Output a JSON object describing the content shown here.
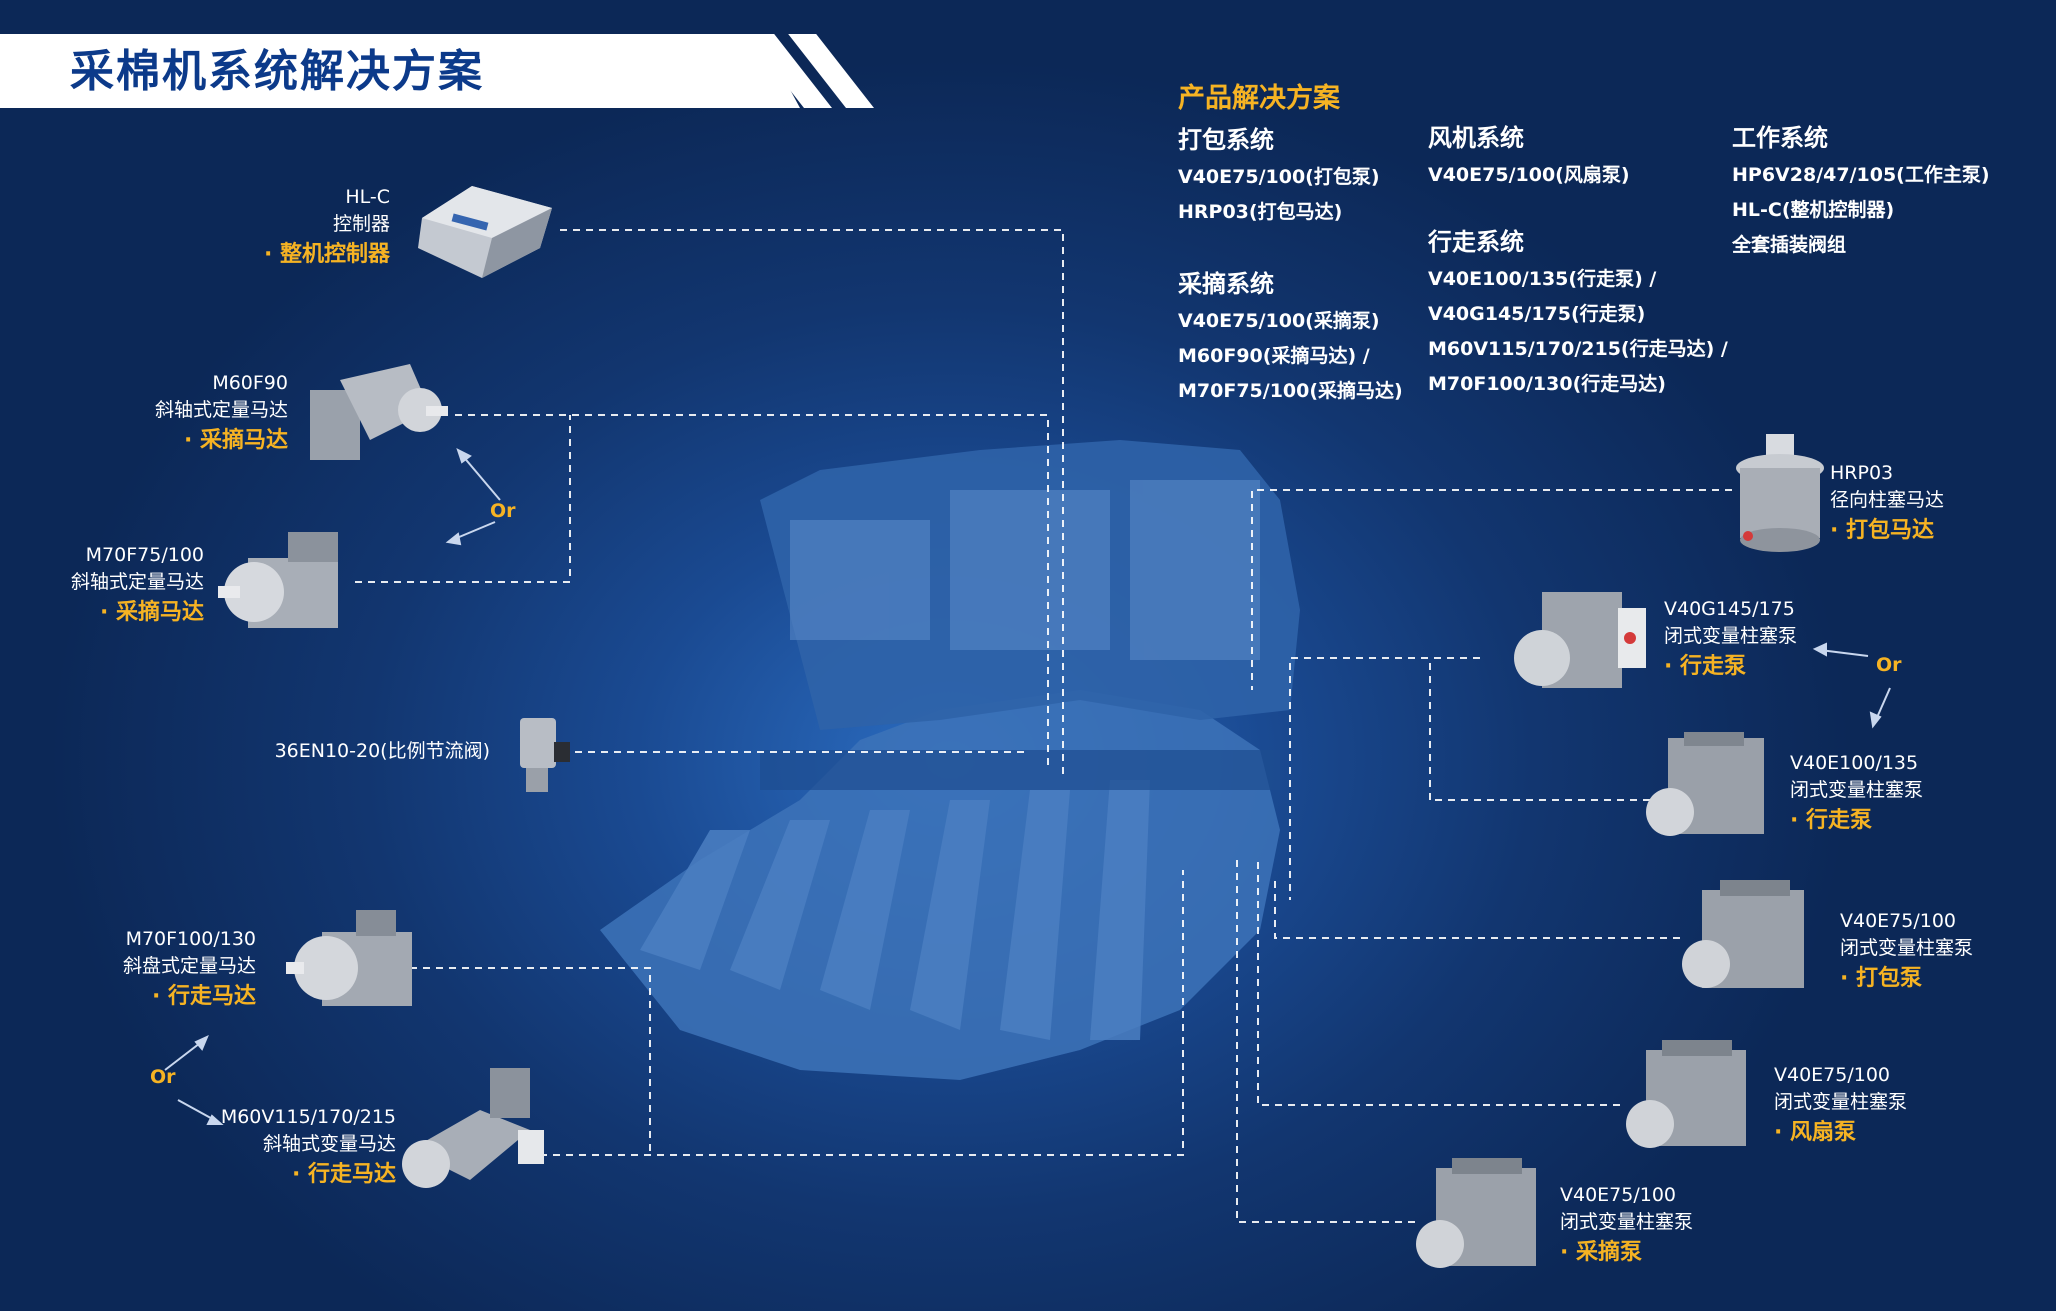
{
  "page_title": "采棉机系统解决方案",
  "solutions": {
    "header": "产品解决方案",
    "baling": {
      "title": "打包系统",
      "items": [
        "V40E75/100(打包泵)",
        "HRP03(打包马达)"
      ]
    },
    "fan": {
      "title": "风机系统",
      "items": [
        "V40E75/100(风扇泵)"
      ]
    },
    "work": {
      "title": "工作系统",
      "items": [
        "HP6V28/47/105(工作主泵)",
        "HL-C(整机控制器)",
        "全套插装阀组"
      ]
    },
    "travel": {
      "title": "行走系统",
      "items": [
        "V40E100/135(行走泵) /",
        "V40G145/175(行走泵)",
        "M60V115/170/215(行走马达) /",
        "M70F100/130(行走马达)"
      ]
    },
    "picking": {
      "title": "采摘系统",
      "items": [
        "V40E75/100(采摘泵)",
        "M60F90(采摘马达) /",
        "M70F75/100(采摘马达)"
      ]
    }
  },
  "components": {
    "hlc": {
      "model": "HL-C",
      "type": "控制器",
      "role": "· 整机控制器"
    },
    "m60f90": {
      "model": "M60F90",
      "type": "斜轴式定量马达",
      "role": "· 采摘马达"
    },
    "m70f75": {
      "model": "M70F75/100",
      "type": "斜轴式定量马达",
      "role": "· 采摘马达"
    },
    "valve": {
      "model": "36EN10-20(比例节流阀)"
    },
    "m70f100": {
      "model": "M70F100/130",
      "type": "斜盘式定量马达",
      "role": "· 行走马达"
    },
    "m60v": {
      "model": "M60V115/170/215",
      "type": "斜轴式变量马达",
      "role": "· 行走马达"
    },
    "hrp03": {
      "model": "HRP03",
      "type": "径向柱塞马达",
      "role": "· 打包马达"
    },
    "v40g": {
      "model": "V40G145/175",
      "type": "闭式变量柱塞泵",
      "role": "· 行走泵"
    },
    "v40e100": {
      "model": "V40E100/135",
      "type": "闭式变量柱塞泵",
      "role": "· 行走泵"
    },
    "v40e75_bale": {
      "model": "V40E75/100",
      "type": "闭式变量柱塞泵",
      "role": "· 打包泵"
    },
    "v40e75_fan": {
      "model": "V40E75/100",
      "type": "闭式变量柱塞泵",
      "role": "· 风扇泵"
    },
    "v40e75_pick": {
      "model": "V40E75/100",
      "type": "闭式变量柱塞泵",
      "role": "· 采摘泵"
    }
  },
  "or_labels": {
    "left_top": "Or",
    "left_bottom": "Or",
    "right": "Or"
  },
  "colors": {
    "accent": "#f6b323",
    "title": "#0c3a8a",
    "background": "#123670"
  }
}
